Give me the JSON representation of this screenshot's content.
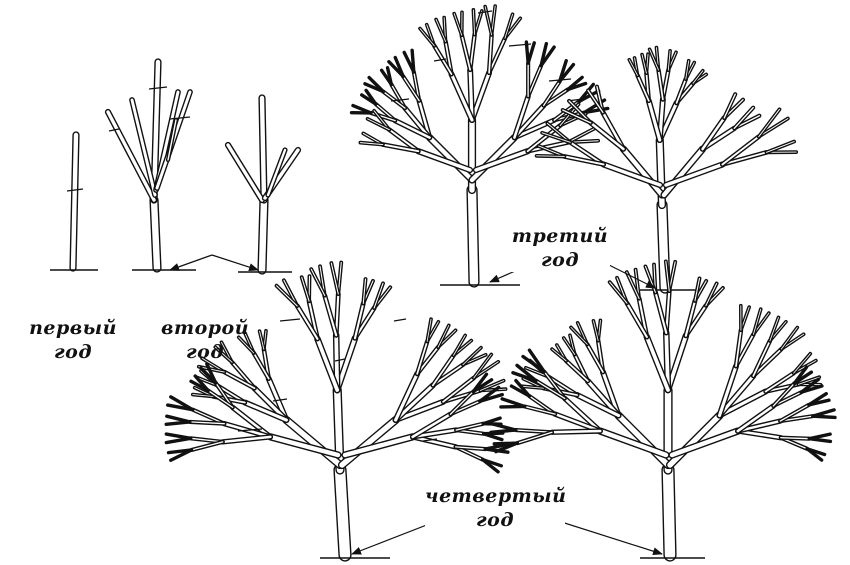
{
  "stages": [
    {
      "id": "year1",
      "line1": "первый",
      "line2": "год"
    },
    {
      "id": "year2",
      "line1": "второй",
      "line2": "год"
    },
    {
      "id": "year3",
      "line1": "третий",
      "line2": "год"
    },
    {
      "id": "year4",
      "line1": "четвертый",
      "line2": "год"
    }
  ],
  "colors": {
    "ink": "#111111",
    "background": "#ffffff"
  }
}
